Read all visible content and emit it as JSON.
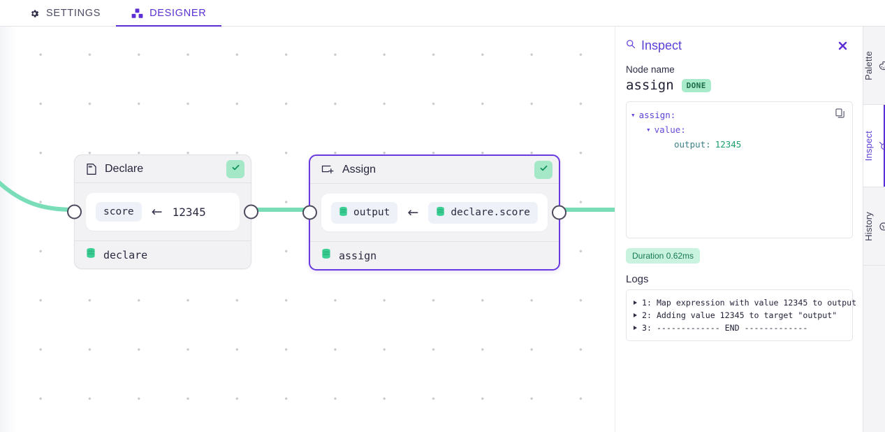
{
  "topbar": {
    "tabs": [
      {
        "label": "SETTINGS",
        "icon": "gear-icon",
        "active": false
      },
      {
        "label": "DESIGNER",
        "icon": "blocks-icon",
        "active": true
      }
    ]
  },
  "canvas": {
    "nodes": [
      {
        "id": "declare",
        "title": "Declare",
        "header_icon": "note-icon",
        "status": "success",
        "status_icon": "check-icon",
        "expression": {
          "target": "score",
          "target_icon": null,
          "operator": "←",
          "value": "12345",
          "value_icon": null
        },
        "footer_label": "declare",
        "footer_icon": "database-icon",
        "selected": false
      },
      {
        "id": "assign",
        "title": "Assign",
        "header_icon": "insert-box-icon",
        "status": "success",
        "status_icon": "check-icon",
        "expression": {
          "target": "output",
          "target_icon": "database-icon",
          "operator": "←",
          "value": "declare.score",
          "value_icon": "database-icon"
        },
        "footer_label": "assign",
        "footer_icon": "database-icon",
        "selected": true
      }
    ],
    "edge_color": "#79ddb8"
  },
  "panel": {
    "title": "Inspect",
    "title_icon": "search-icon",
    "close_icon": "close-icon",
    "node_name_label": "Node name",
    "node_name": "assign",
    "status_badge": "DONE",
    "copy_icon": "copy-icon",
    "json": {
      "root_key": "assign:",
      "child_key": "value:",
      "leaf_key": "output:",
      "leaf_value": "12345"
    },
    "duration": "Duration 0.62ms",
    "logs_label": "Logs",
    "logs": [
      "1: Map expression with value 12345 to output",
      "2: Adding value 12345 to target \"output\"",
      "3: ------------- END -------------"
    ]
  },
  "rail": {
    "tabs": [
      {
        "label": "Palette",
        "icon": "palette-icon",
        "active": false
      },
      {
        "label": "Inspect",
        "icon": "search-icon",
        "active": true
      },
      {
        "label": "History",
        "icon": "history-icon",
        "active": false
      }
    ]
  },
  "colors": {
    "accent": "#5b2fd4",
    "success": "#a4e8c8",
    "edge": "#79ddb8",
    "selected_border": "#6a3ae0"
  }
}
